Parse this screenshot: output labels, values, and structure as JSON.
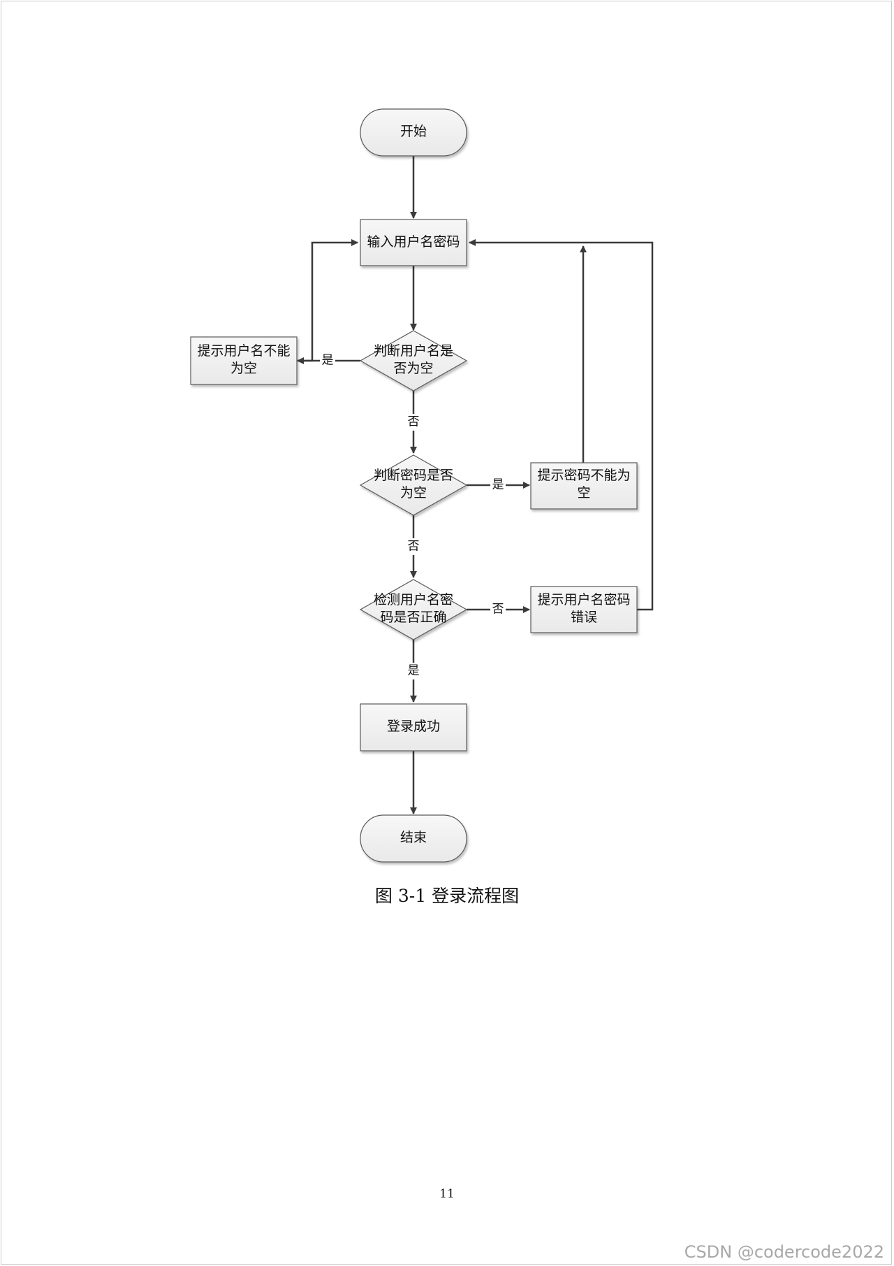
{
  "nodes": {
    "start": "开始",
    "input": "输入用户名密码",
    "check_user_empty": [
      "判断用户名是",
      "否为空"
    ],
    "user_empty_tip": [
      "提示用户名不能",
      "为空"
    ],
    "check_pwd_empty": [
      "判断密码是否",
      "为空"
    ],
    "pwd_empty_tip": [
      "提示密码不能为",
      "空"
    ],
    "verify": [
      "检测用户名密",
      "码是否正确"
    ],
    "wrong_tip": [
      "提示用户名密码",
      "错误"
    ],
    "success": "登录成功",
    "end": "结束"
  },
  "edges": {
    "yes": "是",
    "no": "否"
  },
  "caption": "图 3-1 登录流程图",
  "page_number": "11",
  "watermark": "CSDN @codercode2022"
}
